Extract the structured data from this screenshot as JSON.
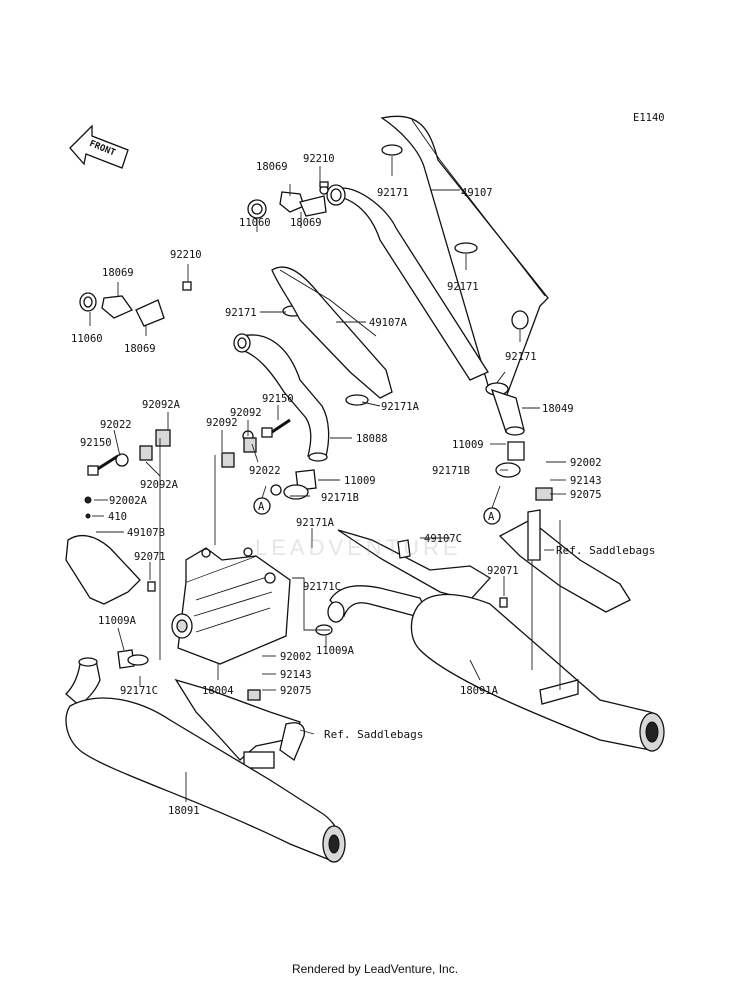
{
  "diagram_code": "E1140",
  "front_label": "FRONT",
  "watermark": "LEADVENTURE",
  "footer": "Rendered by LeadVenture, Inc.",
  "refs": {
    "saddlebags_right": "Ref. Saddlebags",
    "saddlebags_left": "Ref. Saddlebags"
  },
  "callouts": {
    "a_left": "A",
    "a_right": "A"
  },
  "parts": {
    "p18069_top1": "18069",
    "p92210_top": "92210",
    "p11060_top": "11060",
    "p18069_top2": "18069",
    "p92171_top": "92171",
    "p49107": "49107",
    "p92171_mid": "92171",
    "p92171_r": "92171",
    "p92210_left": "92210",
    "p18069_left1": "18069",
    "p11060_left": "11060",
    "p18069_left2": "18069",
    "p92171_left": "92171",
    "p49107A": "49107A",
    "p92171A_1": "92171A",
    "p18049": "18049",
    "p11009_r": "11009",
    "p92171B_r": "92171B",
    "p92002_r": "92002",
    "p92143_r": "92143",
    "p92075_r": "92075",
    "p92092A": "92092A",
    "p92150_top": "92150",
    "p92092": "92092",
    "p92092_b": "92092",
    "p18088": "18088",
    "p92022_l": "92022",
    "p92150_l": "92150",
    "p92022_m": "92022",
    "p92092A_b": "92092A",
    "p11009_m": "11009",
    "p92171B_m": "92171B",
    "p92002A": "92002A",
    "p410": "410",
    "p49107B": "49107B",
    "p92171A_2": "92171A",
    "p49107C": "49107C",
    "p92071_l": "92071",
    "p92171C_1": "92171C",
    "p92071_r": "92071",
    "p11009A_1": "11009A",
    "p11009A_2": "11009A",
    "p92002_m": "92002",
    "p92171C_2": "92171C",
    "p92143_m": "92143",
    "p18004": "18004",
    "p92075_m": "92075",
    "p18091A": "18091A",
    "p18091": "18091"
  }
}
